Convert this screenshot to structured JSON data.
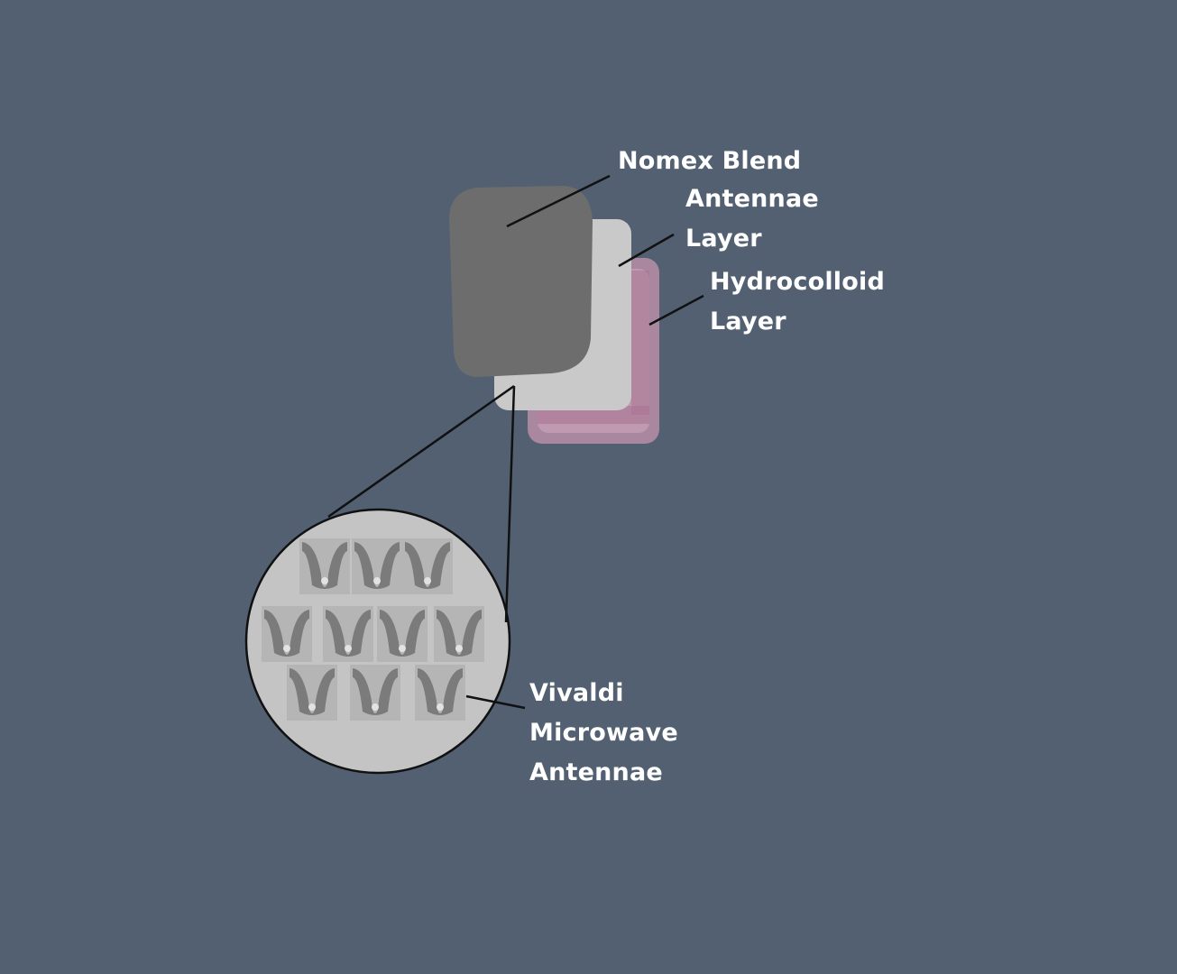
{
  "labels": {
    "nomex_blend": [
      "Nomex Blend"
    ],
    "antennae_layer": [
      "Antennae",
      "Layer"
    ],
    "hydrocolloid_layer": [
      "Hydrocolloid",
      "Layer"
    ],
    "vivaldi_antennae": [
      "Vivaldi",
      "Microwave",
      "Antennae"
    ]
  },
  "colors": {
    "background": "#526072",
    "nomex": "#6d6d6d",
    "antenna_layer": "#c9c9c9",
    "hydrocolloid": "#b98fa7",
    "magnifier": "#c4c4c4",
    "antenna_element": "#7b7b7b"
  },
  "icons": {
    "antenna_element": "vivaldi-antenna-icon"
  }
}
